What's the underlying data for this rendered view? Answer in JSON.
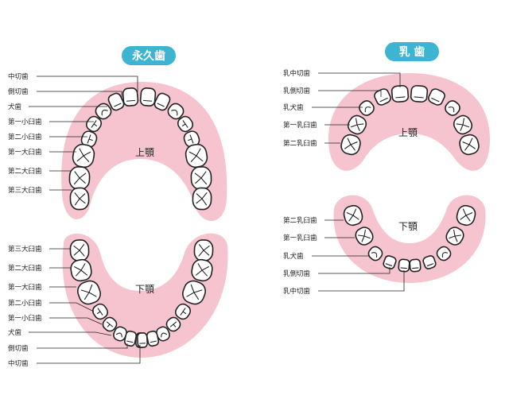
{
  "colors": {
    "gum": "#f6c4cf",
    "badge": "#3cb4d2",
    "outline": "#222222",
    "tooth": "#ffffff"
  },
  "permanent": {
    "badge": "永久歯",
    "upper_jaw": "上顎",
    "lower_jaw": "下顎",
    "upper_labels": [
      "中切歯",
      "側切歯",
      "犬歯",
      "第一小臼歯",
      "第二小臼歯",
      "第一大臼歯",
      "第二大臼歯",
      "第三大臼歯"
    ],
    "lower_labels": [
      "第三大臼歯",
      "第二大臼歯",
      "第一大臼歯",
      "第二小臼歯",
      "第一小臼歯",
      "犬歯",
      "側切歯",
      "中切歯"
    ]
  },
  "primary": {
    "badge": "乳 歯",
    "upper_jaw": "上顎",
    "lower_jaw": "下顎",
    "upper_labels": [
      "乳中切歯",
      "乳側切歯",
      "乳犬歯",
      "第一乳臼歯",
      "第二乳臼歯"
    ],
    "lower_labels": [
      "第二乳臼歯",
      "第一乳臼歯",
      "乳犬歯",
      "乳側切歯",
      "乳中切歯"
    ]
  }
}
